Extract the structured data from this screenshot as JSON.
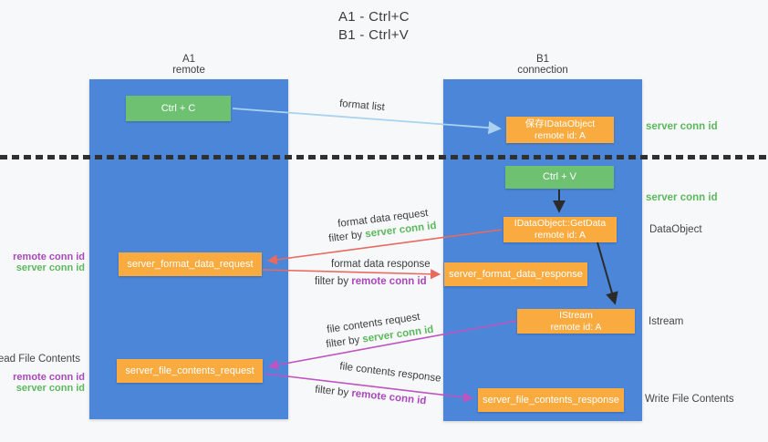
{
  "title": {
    "line1": "A1 - Ctrl+C",
    "line2": "B1 - Ctrl+V"
  },
  "lanes": {
    "left": {
      "name": "A1",
      "role": "remote"
    },
    "right": {
      "name": "B1",
      "role": "connection"
    }
  },
  "nodes": {
    "ctrl_c": {
      "label": "Ctrl + C"
    },
    "ctrl_v": {
      "label": "Ctrl + V"
    },
    "save_idataobject": {
      "line1": "保存IDataObject",
      "line2": "remote id: A"
    },
    "idataobject_getdata": {
      "line1": "IDataObject::GetData",
      "line2": "remote id: A"
    },
    "istream": {
      "line1": "IStream",
      "line2": "remote id: A"
    },
    "server_format_data_request": {
      "label": "server_format_data_request"
    },
    "server_format_data_response": {
      "label": "server_format_data_response"
    },
    "server_file_contents_request": {
      "label": "server_file_contents_request"
    },
    "server_file_contents_response": {
      "label": "server_file_contents_response"
    }
  },
  "edge_labels": {
    "format_list": "format list",
    "format_data_request": "format data request",
    "format_data_request_filter": {
      "prefix": "filter by ",
      "value": "server conn id"
    },
    "format_data_response": "format data response",
    "format_data_response_filter": {
      "prefix": "filter by ",
      "value": "remote conn id"
    },
    "file_contents_request": "file contents request",
    "file_contents_request_filter": {
      "prefix": "filter by ",
      "value": "server conn id"
    },
    "file_contents_response": "file contents response",
    "file_contents_response_filter": {
      "prefix": "filter by ",
      "value": "remote conn id"
    }
  },
  "side_labels": {
    "right_server_conn_id_1": "server conn id",
    "right_server_conn_id_2": "server conn id",
    "dataobject": "DataObject",
    "istream": "Istream",
    "write_file_contents": "Write File Contents",
    "left_remote_conn_id_1": "remote conn id",
    "left_server_conn_id_1": "server conn id",
    "read_file_contents": "Read File Contents",
    "left_remote_conn_id_2": "remote conn id",
    "left_server_conn_id_2": "server conn id"
  },
  "colors": {
    "lane_blue": "#4c86d8",
    "node_green": "#6fc172",
    "node_orange": "#f9ab40",
    "arrow_light_blue": "#a8d2ee",
    "arrow_black": "#2b2b2b",
    "arrow_red": "#e86a5f",
    "arrow_magenta": "#bf53bf",
    "text_green": "#5cb85c",
    "text_purple": "#ab47bc"
  }
}
